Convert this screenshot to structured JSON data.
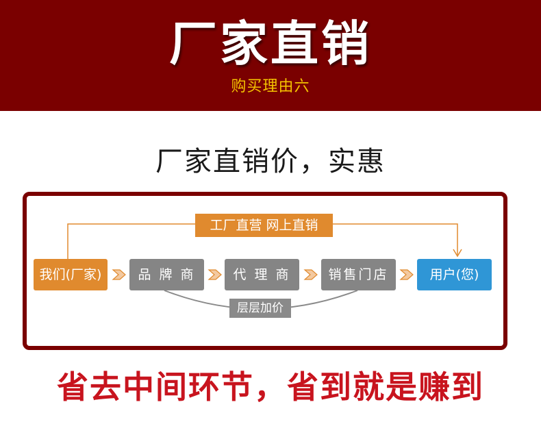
{
  "banner": {
    "title": "厂家直销",
    "subtitle": "购买理由六",
    "bg_color": "#7a0000",
    "subtitle_color": "#f5c400"
  },
  "headline": "厂家直销价，实惠",
  "diagram": {
    "direct_label": "工厂直营 网上直销",
    "nodes": [
      {
        "label": "我们(厂家)",
        "color": "#e08a2e"
      },
      {
        "label": "品 牌 商",
        "color": "#858585"
      },
      {
        "label": "代 理 商",
        "color": "#858585"
      },
      {
        "label": "销售门店",
        "color": "#858585"
      },
      {
        "label": "用户(您)",
        "color": "#2f96d6"
      }
    ],
    "markup_label": "层层加价"
  },
  "slogan": "省去中间环节，省到就是赚到",
  "slogan_color": "#c8141e"
}
